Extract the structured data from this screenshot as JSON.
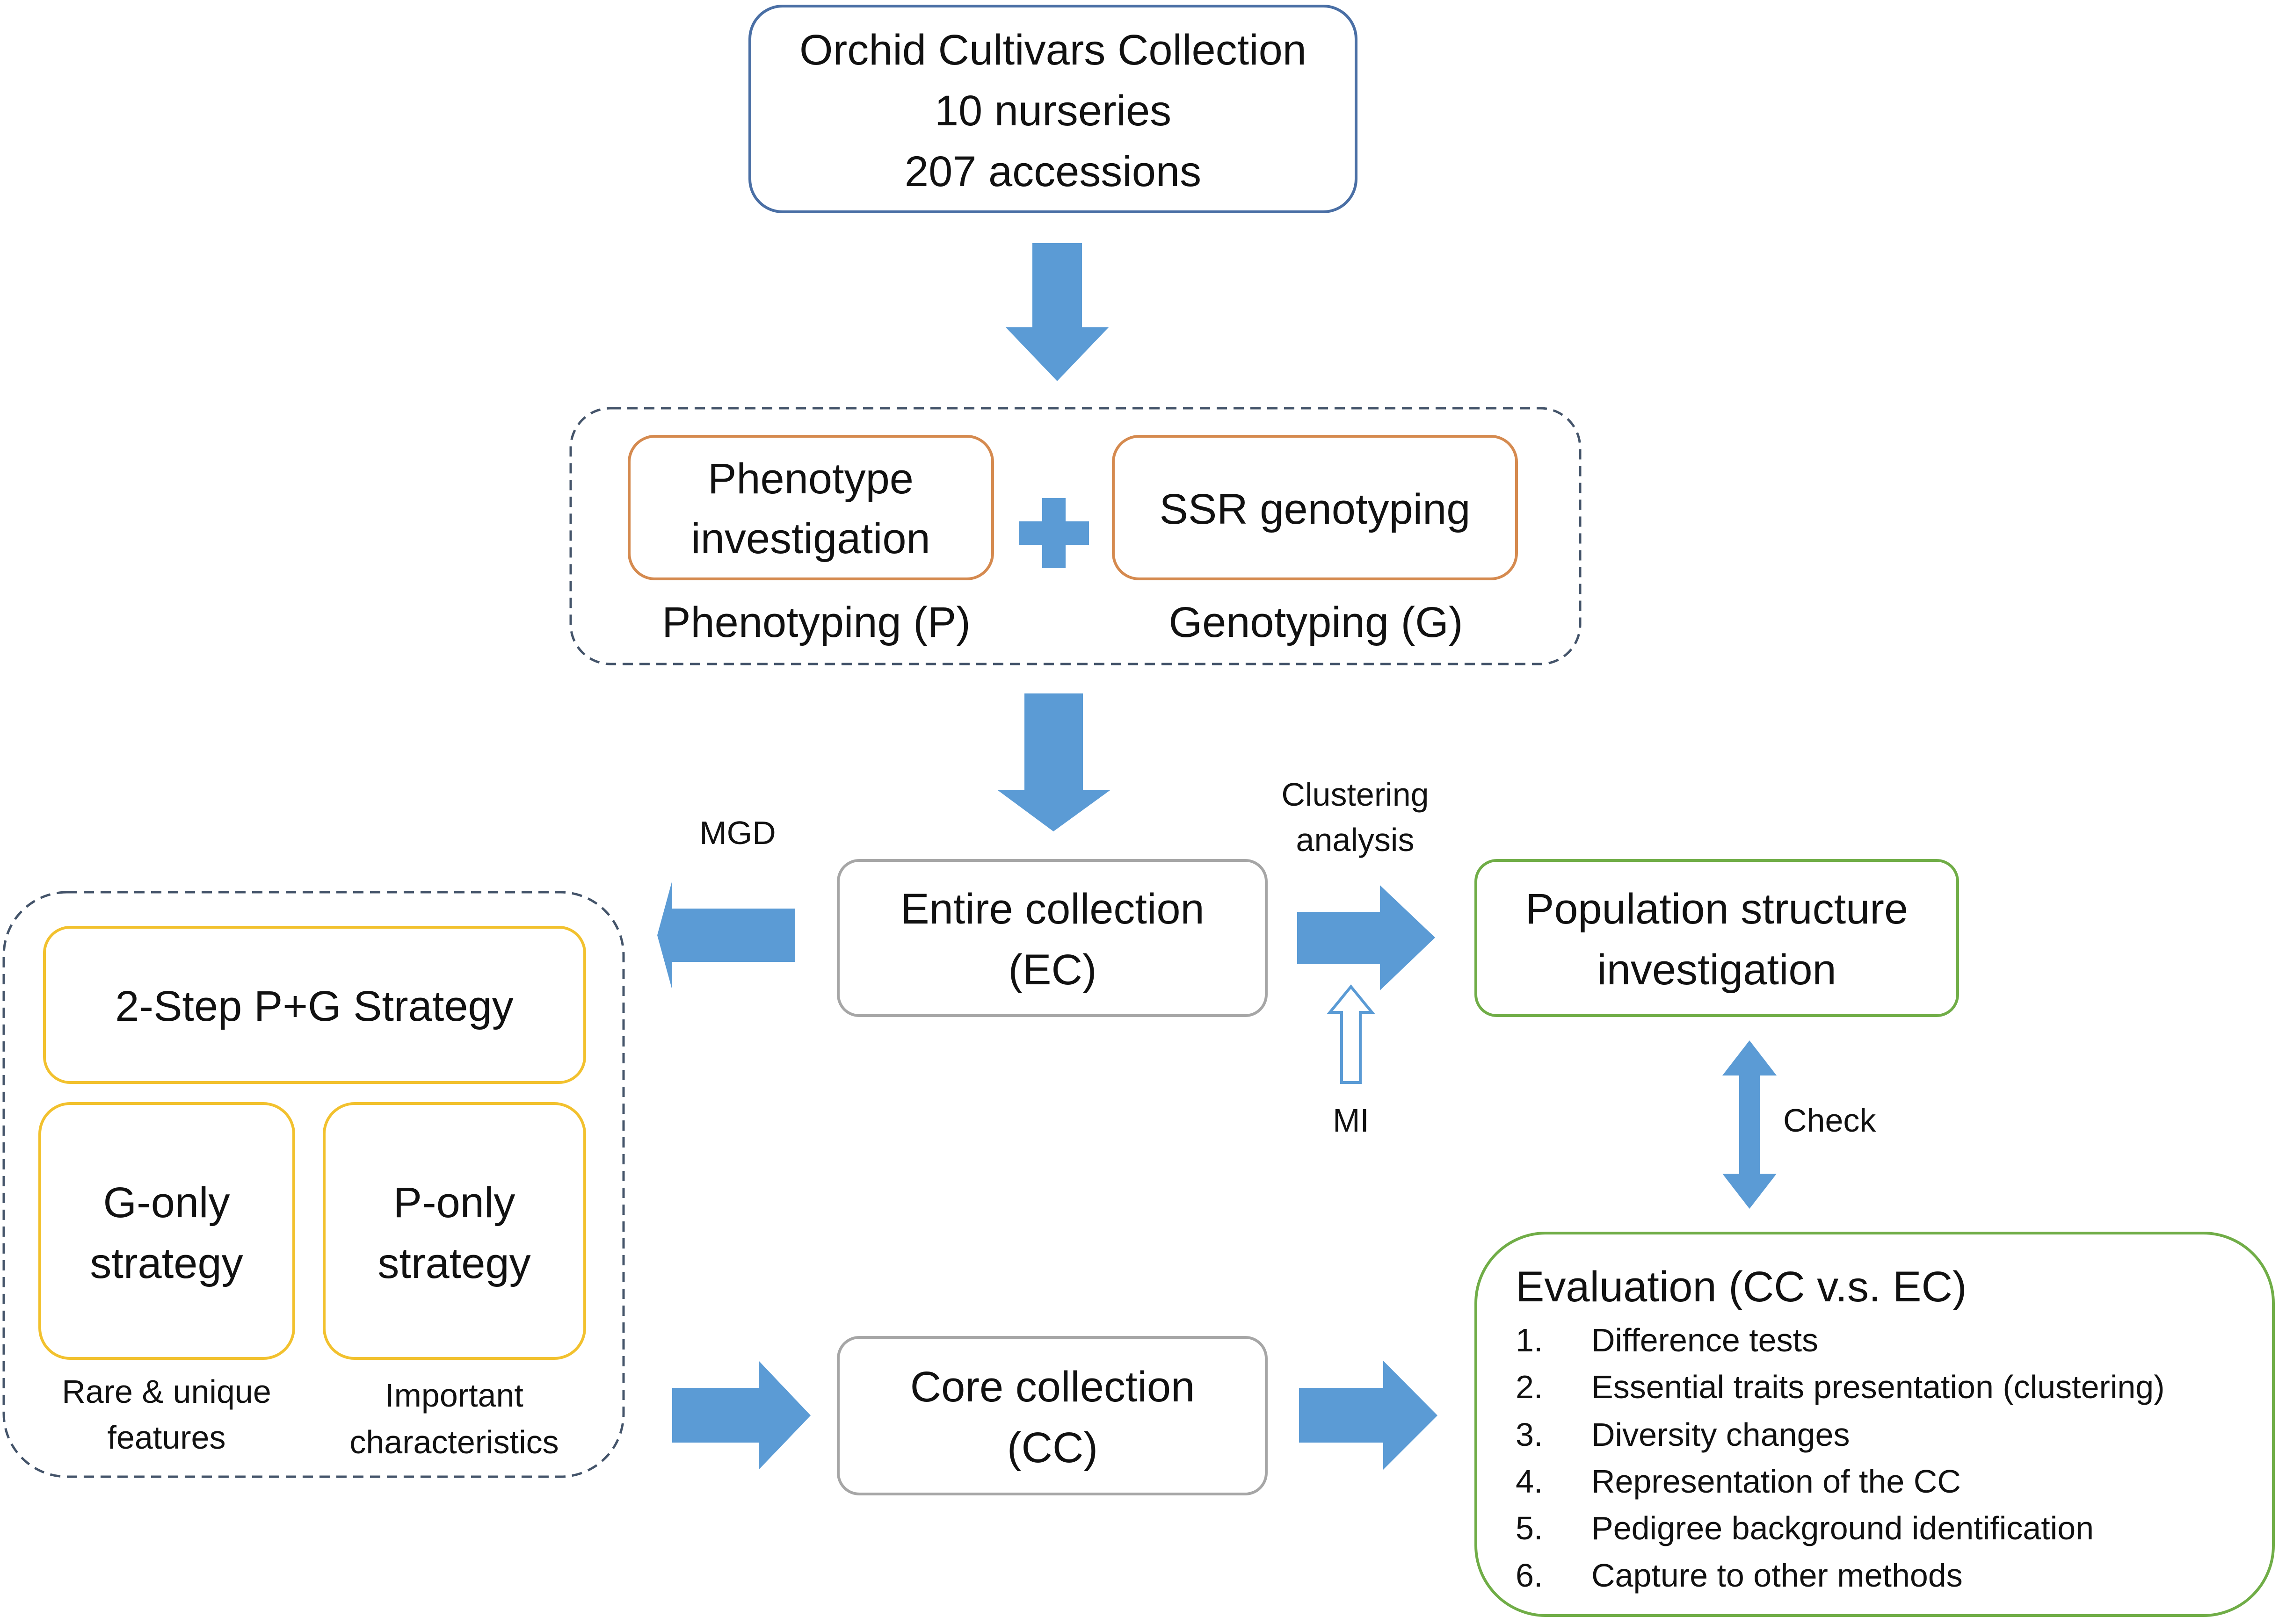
{
  "colors": {
    "arrow": "#5b9bd5",
    "blue_border": "#4a6fa5",
    "orange_border": "#d58a4f",
    "gray_border": "#a6a6a6",
    "green_border": "#70ad47",
    "yellow_border": "#f2c12e",
    "dashed_border": "#44546a"
  },
  "top_box": {
    "line1": "Orchid Cultivars Collection",
    "line2": "10 nurseries",
    "line3": "207 accessions"
  },
  "phenotype": {
    "box_line1": "Phenotype",
    "box_line2": "investigation",
    "caption": "Phenotyping (P)"
  },
  "genotype": {
    "box_label": "SSR genotyping",
    "caption": "Genotyping (G)"
  },
  "entire_collection": {
    "line1": "Entire collection",
    "line2": "(EC)"
  },
  "population": {
    "line1": "Population structure",
    "line2": "investigation"
  },
  "labels": {
    "mgd": "MGD",
    "clustering1": "Clustering",
    "clustering2": "analysis",
    "mi": "MI",
    "check": "Check"
  },
  "strategies": {
    "two_step": "2-Step P+G Strategy",
    "g_only_line1": "G-only",
    "g_only_line2": "strategy",
    "g_only_caption1": "Rare & unique",
    "g_only_caption2": "features",
    "p_only_line1": "P-only",
    "p_only_line2": "strategy",
    "p_only_caption1": "Important",
    "p_only_caption2": "characteristics"
  },
  "core_collection": {
    "line1": "Core collection",
    "line2": "(CC)"
  },
  "evaluation": {
    "title": "Evaluation (CC v.s. EC)",
    "items": [
      {
        "num": "1.",
        "text": "Difference tests"
      },
      {
        "num": "2.",
        "text": "Essential traits presentation (clustering)"
      },
      {
        "num": "3.",
        "text": "Diversity changes"
      },
      {
        "num": "4.",
        "text": "Representation of the CC"
      },
      {
        "num": "5.",
        "text": "Pedigree background identification"
      },
      {
        "num": "6.",
        "text": "Capture to other methods"
      }
    ]
  }
}
